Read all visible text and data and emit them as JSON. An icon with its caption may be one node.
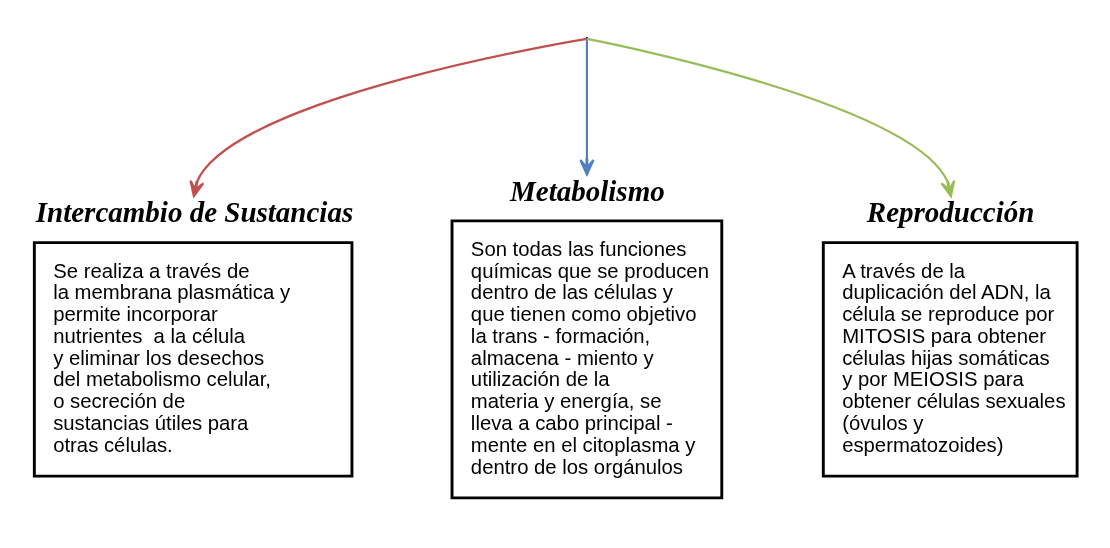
{
  "diagram": {
    "nodes": [
      {
        "text": [
          "Intercambio de Sustancias",
          "Se realiza a través de la membrana plasmática y permite incorporar nutrientes  a la célula y eliminar los desechos del metabolismo celular, o secreción de sustancias útiles para otras células."
        ]
      },
      {
        "text": [
          "Metabolismo",
          "Son todas las funciones químicas que se producen dentro de las células y que tienen como objetivo la trans - formación, almacena - miento y utilización de la materia y energía, se lleva a cabo principal - mente en el citoplasma y dentro de los orgánulos"
        ]
      },
      {
        "text": [
          "Reproducción",
          "A través de la duplicación del ADN, la célula se reproduce por MITOSIS para obtener células hijas somáticas y por MEIOSIS para obtener células sexuales (óvulos y espermatozoides)"
        ]
      }
    ],
    "edges": [
      {
        "from": null,
        "to": 0,
        "arrow": "to",
        "color": "#c0504d"
      },
      {
        "from": null,
        "to": 1,
        "arrow": "to",
        "color": "#4f81bd"
      },
      {
        "from": null,
        "to": 2,
        "arrow": "to",
        "color": "#9bbb59"
      }
    ]
  }
}
